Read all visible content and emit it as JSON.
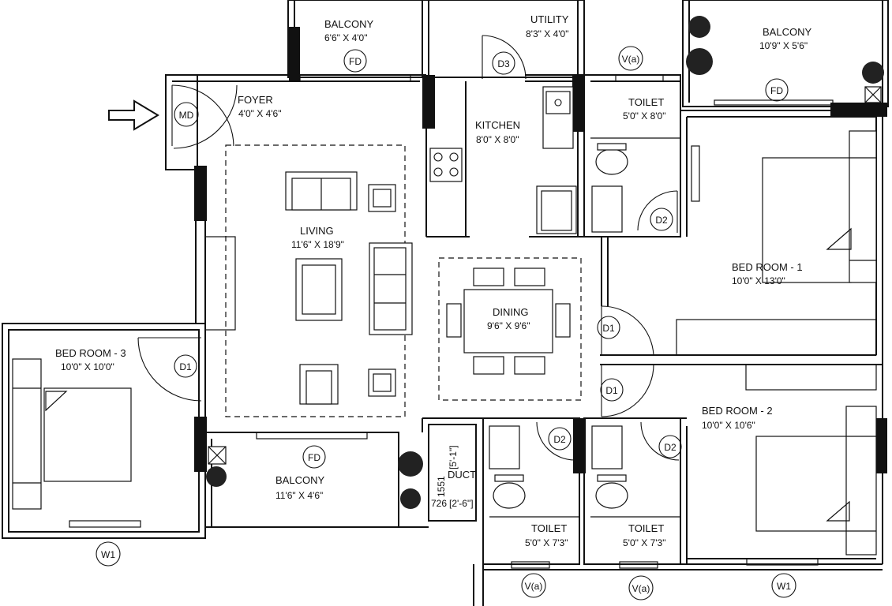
{
  "entry_arrow": "entry-arrow-icon",
  "rooms": {
    "foyer": {
      "name": "FOYER",
      "dim": "4'0\" X 4'6\""
    },
    "living": {
      "name": "LIVING",
      "dim": "11'6\" X 18'9\""
    },
    "kitchen": {
      "name": "KITCHEN",
      "dim": "8'0\" X 8'0\""
    },
    "utility": {
      "name": "UTILITY",
      "dim": "8'3\" X 4'0\""
    },
    "balcony_top_left": {
      "name": "BALCONY",
      "dim": "6'6\" X 4'0\""
    },
    "balcony_top_right": {
      "name": "BALCONY",
      "dim": "10'9\" X 5'6\""
    },
    "balcony_bottom": {
      "name": "BALCONY",
      "dim": "11'6\" X 4'6\""
    },
    "toilet_top": {
      "name": "TOILET",
      "dim": "5'0\" X 8'0\""
    },
    "toilet_bl": {
      "name": "TOILET",
      "dim": "5'0\" X 7'3\""
    },
    "toilet_br": {
      "name": "TOILET",
      "dim": "5'0\" X 7'3\""
    },
    "bedroom1": {
      "name": "BED ROOM - 1",
      "dim": "10'0\" X 13'0\""
    },
    "bedroom2": {
      "name": "BED ROOM  - 2",
      "dim": "10'0\" X 10'6\""
    },
    "bedroom3": {
      "name": "BED ROOM - 3",
      "dim": "10'0\" X 10'0\""
    },
    "dining": {
      "name": "DINING",
      "dim": "9'6\" X 9'6\""
    },
    "duct": {
      "name": "DUCT",
      "dim_v": "[5'-1\"]",
      "dim_v2": "1551",
      "dim_h": "[2'-6\"]",
      "dim_h2": "726"
    }
  },
  "tags": {
    "md": "MD",
    "fd_top": "FD",
    "fd_right": "FD",
    "fd_bottom": "FD",
    "d3": "D3",
    "d2_top": "D2",
    "d2_bl": "D2",
    "d2_br": "D2",
    "d1_left": "D1",
    "d1_upper": "D1",
    "d1_lower": "D1",
    "va_top": "V(a)",
    "va_bl": "V(a)",
    "va_br": "V(a)",
    "w1_left": "W1",
    "w1_right": "W1"
  }
}
